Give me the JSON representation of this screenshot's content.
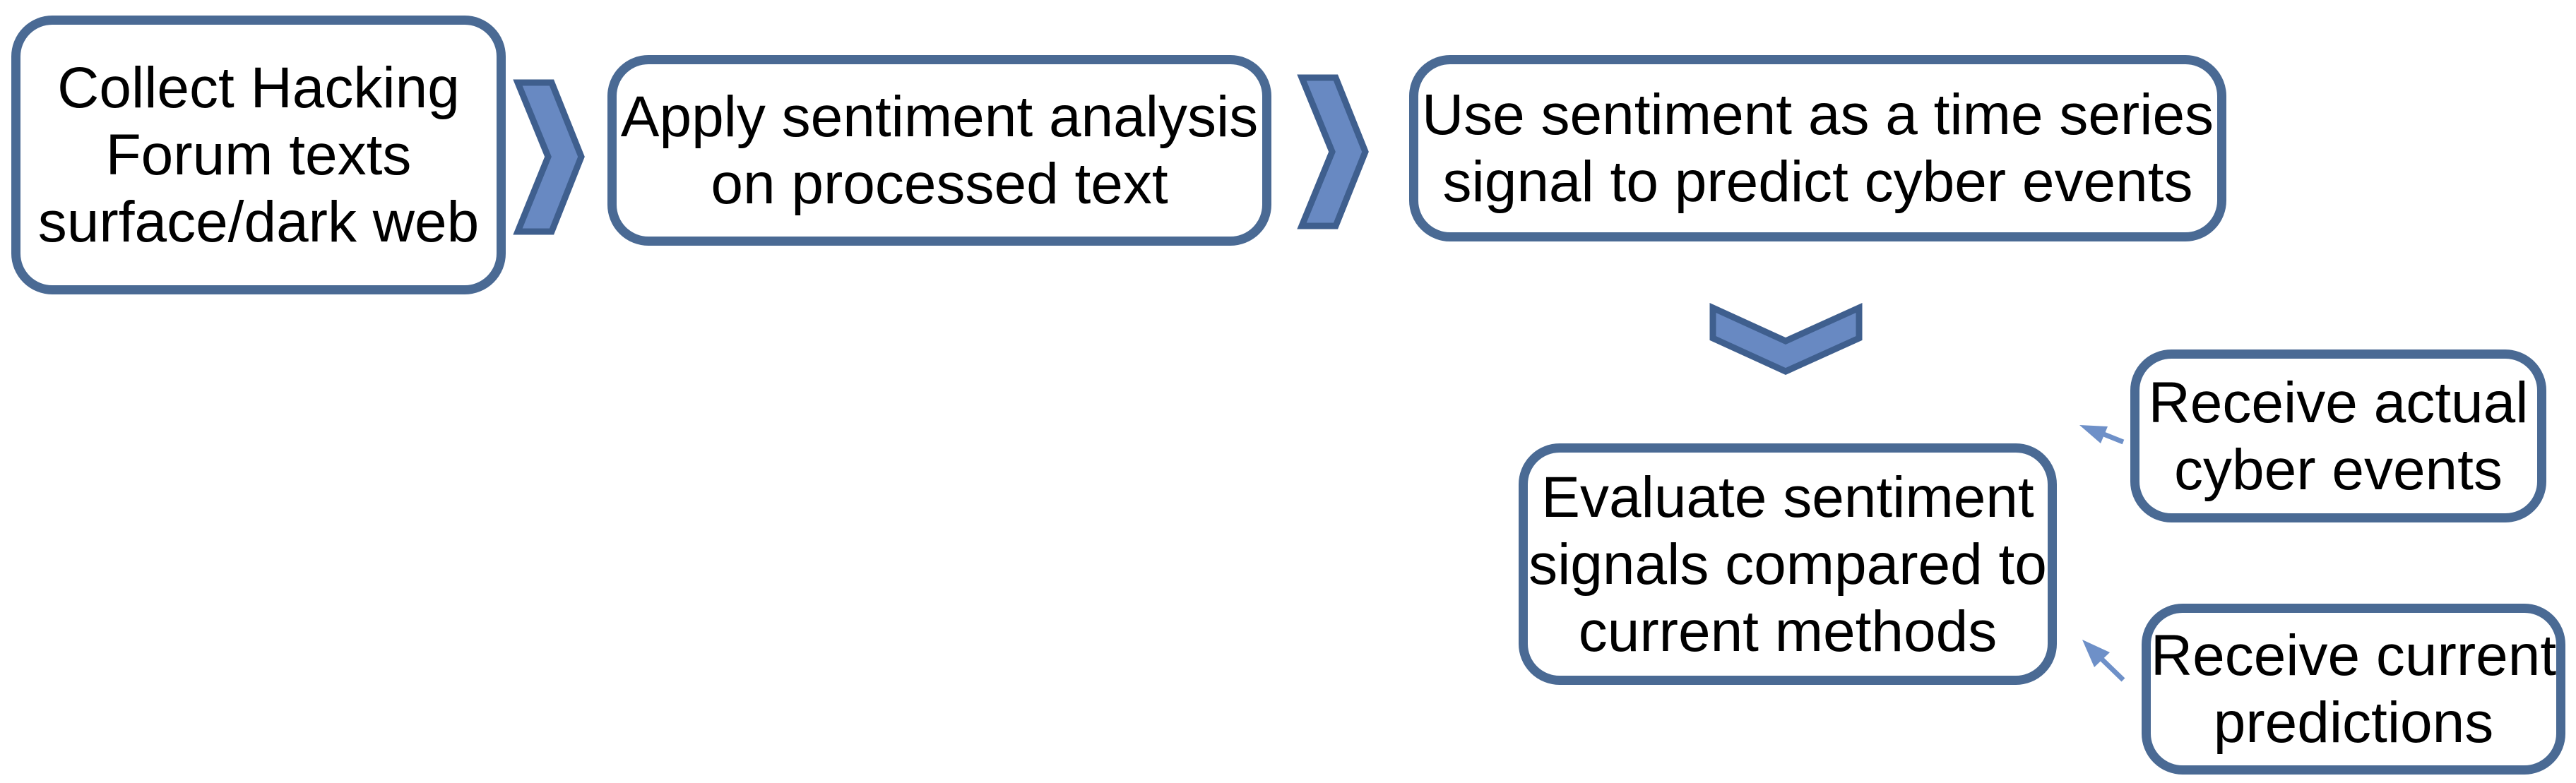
{
  "boxes": {
    "collect": {
      "lines": [
        "Collect Hacking",
        "Forum texts",
        "surface/dark web"
      ]
    },
    "apply": {
      "lines": [
        "Apply sentiment analysis",
        "on processed text"
      ]
    },
    "use": {
      "lines": [
        "Use sentiment as a time series",
        "signal to predict cyber events"
      ]
    },
    "evaluate": {
      "lines": [
        "Evaluate sentiment",
        "signals compared to",
        "current methods"
      ]
    },
    "receive_actual": {
      "lines": [
        "Receive actual",
        "cyber events"
      ]
    },
    "receive_current": {
      "lines": [
        "Receive current",
        "predictions"
      ]
    }
  },
  "connectors": {
    "step1_to_step2": "chevron-right",
    "step2_to_step3": "chevron-right",
    "step3_to_evaluate": "chevron-down",
    "actual_to_evaluate": "arrow-up-left",
    "current_to_evaluate": "arrow-up-left"
  },
  "colors": {
    "background": "#ffffff",
    "text": "#000000",
    "box_border": "#4a6a94",
    "chevron_fill": "#6889c2",
    "chevron_stroke": "#3f5f8e",
    "arrow_color": "#6e90c8"
  }
}
